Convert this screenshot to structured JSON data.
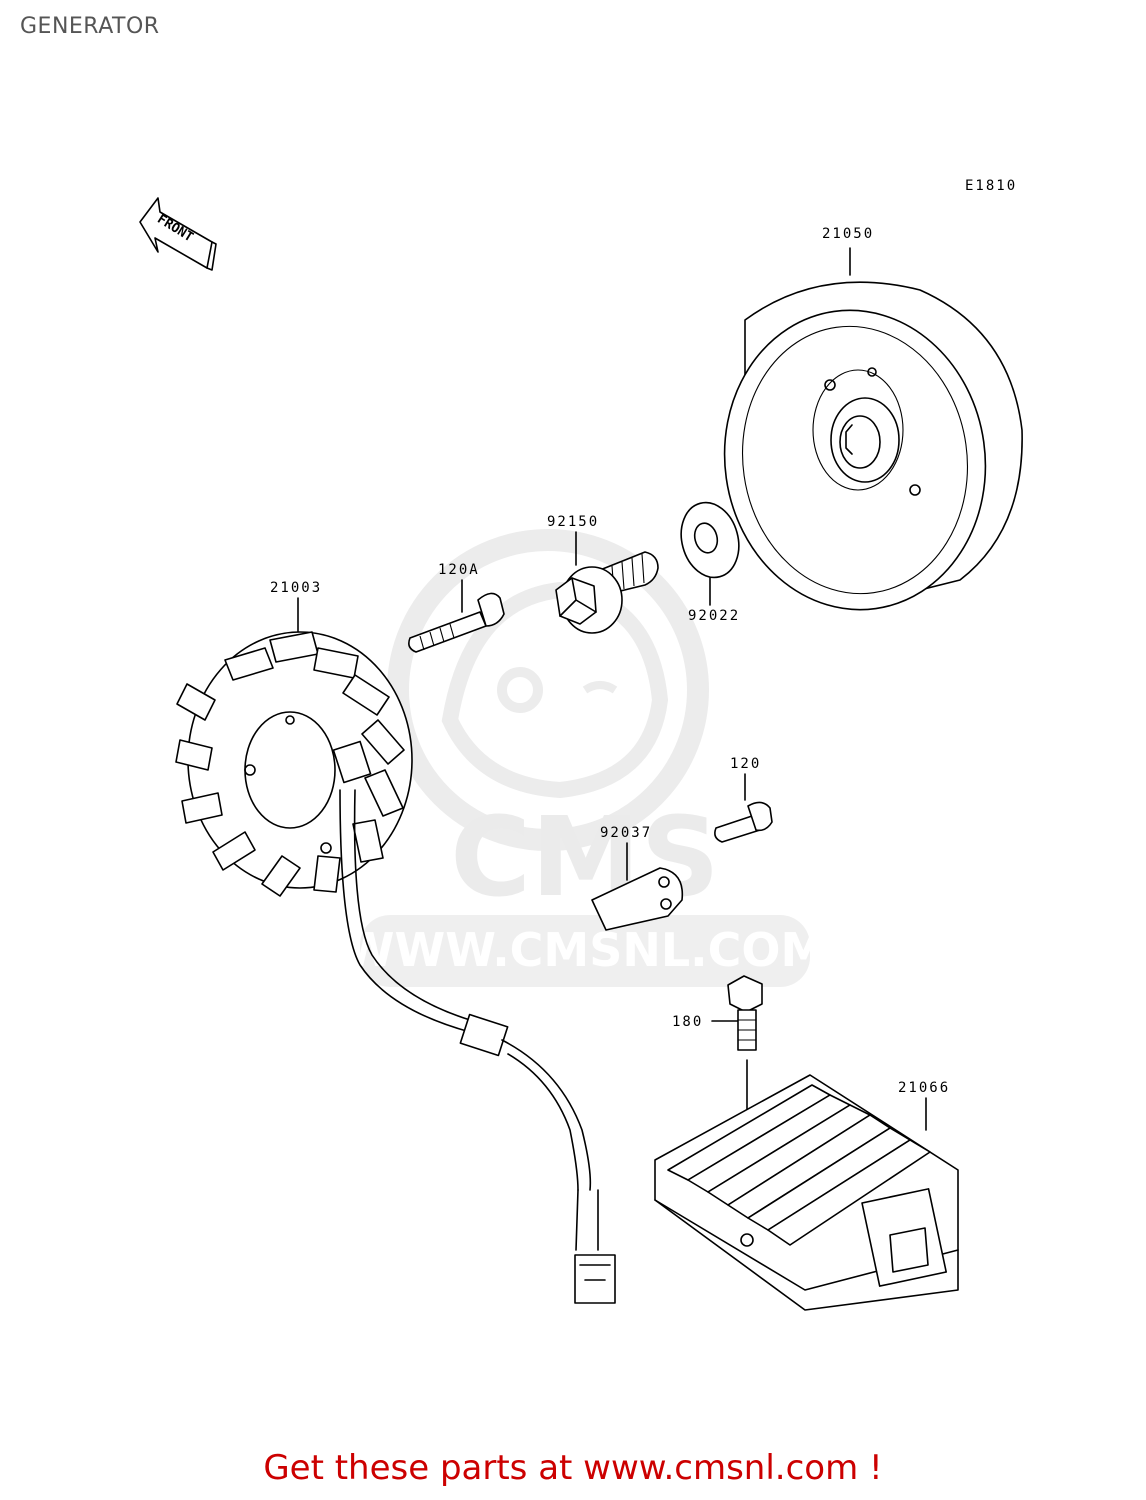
{
  "header": {
    "title": "GENERATOR"
  },
  "diagram": {
    "ref_code": "E1810",
    "front_indicator": "FRONT",
    "parts": [
      {
        "id": "21050",
        "label": "21050",
        "icon": "flywheel-rotor"
      },
      {
        "id": "92150",
        "label": "92150",
        "icon": "flange-bolt"
      },
      {
        "id": "92022",
        "label": "92022",
        "icon": "washer"
      },
      {
        "id": "120A",
        "label": "120A",
        "icon": "bolt"
      },
      {
        "id": "21003",
        "label": "21003",
        "icon": "stator-coil"
      },
      {
        "id": "120",
        "label": "120",
        "icon": "bolt"
      },
      {
        "id": "92037",
        "label": "92037",
        "icon": "clamp"
      },
      {
        "id": "180",
        "label": "180",
        "icon": "flange-bolt"
      },
      {
        "id": "21066",
        "label": "21066",
        "icon": "regulator-rectifier"
      }
    ]
  },
  "watermark": {
    "brand": "CMS",
    "url": "WWW.CMSNL.COM"
  },
  "footer": {
    "cta": "Get these parts at www.cmsnl.com !"
  },
  "colors": {
    "footer_text": "#cc0000",
    "watermark": "#e6e6e6",
    "title": "#555555"
  }
}
